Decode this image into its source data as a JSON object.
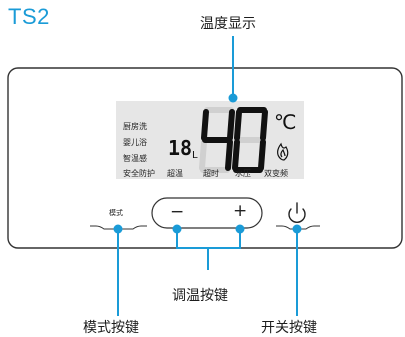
{
  "model": "TS2",
  "callouts": {
    "temperature_display": "温度显示",
    "mode_key": "模式按键",
    "temp_adjust_key": "调温按键",
    "power_key": "开关按键"
  },
  "lcd": {
    "side_labels": [
      "厨房洗",
      "婴儿浴",
      "智温感"
    ],
    "bottom_labels": [
      "安全防护",
      "超温",
      "超时",
      "水压",
      "双变频"
    ],
    "big_digits": "40",
    "celsius": "℃",
    "small_digits": "18",
    "small_unit": "L"
  },
  "buttons": {
    "mode_label": "模式",
    "minus_label": "−",
    "plus_label": "+",
    "power_icon": "power-icon"
  },
  "colors": {
    "accent": "#1a9bd7",
    "lcd_bg": "#e6e6e6",
    "panel_border": "#333333"
  }
}
